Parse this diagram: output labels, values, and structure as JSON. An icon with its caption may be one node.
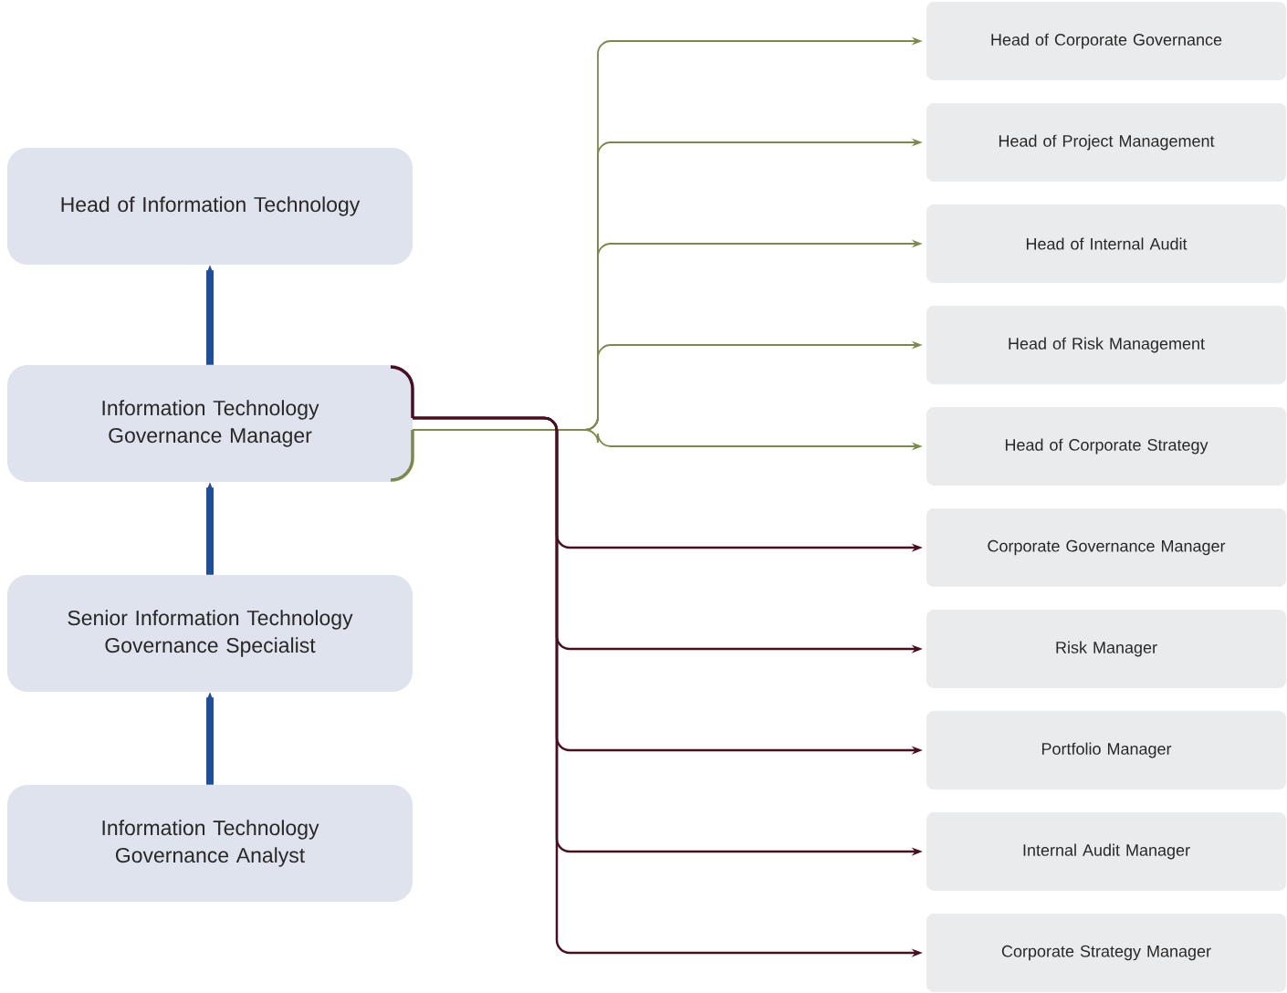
{
  "diagram": {
    "nodes": [
      {
        "text": [
          "Head of Information Technology"
        ]
      },
      {
        "text": [
          "Information Technology Governance Manager"
        ]
      },
      {
        "text": [
          "Senior Information Technology Governance Specialist"
        ]
      },
      {
        "text": [
          "Information Technology Governance Analyst"
        ]
      },
      {
        "text": [
          "Head of Corporate Governance"
        ]
      },
      {
        "text": [
          "Head of Project Management"
        ]
      },
      {
        "text": [
          "Head of Internal Audit"
        ]
      },
      {
        "text": [
          "Head of Risk Management"
        ]
      },
      {
        "text": [
          "Head of Corporate Strategy"
        ]
      },
      {
        "text": [
          "Corporate Governance Manager"
        ]
      },
      {
        "text": [
          "Risk Manager"
        ]
      },
      {
        "text": [
          "Portfolio Manager"
        ]
      },
      {
        "text": [
          "Internal Audit Manager"
        ]
      },
      {
        "text": [
          "Corporate Strategy Manager"
        ]
      }
    ],
    "edges": [
      {
        "from": 1,
        "to": 0,
        "arrow": "to",
        "style": "thick",
        "color": "#1f4f9c"
      },
      {
        "from": 2,
        "to": 1,
        "arrow": "to",
        "style": "thick",
        "color": "#1f4f9c"
      },
      {
        "from": 3,
        "to": 2,
        "arrow": "to",
        "style": "thick",
        "color": "#1f4f9c"
      },
      {
        "from": 1,
        "to": 4,
        "arrow": "to",
        "color": "#7b8a4b"
      },
      {
        "from": 1,
        "to": 5,
        "arrow": "to",
        "color": "#7b8a4b"
      },
      {
        "from": 1,
        "to": 6,
        "arrow": "to",
        "color": "#7b8a4b"
      },
      {
        "from": 1,
        "to": 7,
        "arrow": "to",
        "color": "#7b8a4b"
      },
      {
        "from": 1,
        "to": 8,
        "arrow": "to",
        "color": "#7b8a4b"
      },
      {
        "from": 1,
        "to": 9,
        "arrow": "to",
        "color": "#4a0f1f"
      },
      {
        "from": 1,
        "to": 10,
        "arrow": "to",
        "color": "#4a0f1f"
      },
      {
        "from": 1,
        "to": 11,
        "arrow": "to",
        "color": "#4a0f1f"
      },
      {
        "from": 1,
        "to": 12,
        "arrow": "to",
        "color": "#4a0f1f"
      },
      {
        "from": 1,
        "to": 13,
        "arrow": "to",
        "color": "#4a0f1f"
      }
    ]
  }
}
